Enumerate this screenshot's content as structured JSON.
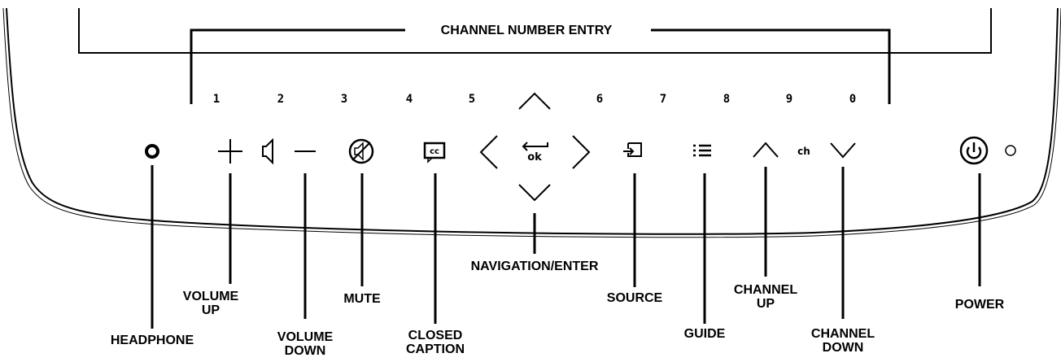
{
  "header_label": "CHANNEL NUMBER ENTRY",
  "digits": [
    "1",
    "2",
    "3",
    "4",
    "5",
    "6",
    "7",
    "8",
    "9",
    "0"
  ],
  "icon_text": {
    "ok": "ok",
    "ch": "ch",
    "cc": "cc"
  },
  "labels": {
    "headphone": "HEADPHONE",
    "volume_up": [
      "VOLUME",
      "UP"
    ],
    "volume_down": [
      "VOLUME",
      "DOWN"
    ],
    "mute": "MUTE",
    "closed_caption": [
      "CLOSED",
      "CAPTION"
    ],
    "navigation_enter": "NAVIGATION/ENTER",
    "source": "SOURCE",
    "guide": "GUIDE",
    "channel_up": [
      "CHANNEL",
      "UP"
    ],
    "channel_down": [
      "CHANNEL",
      "DOWN"
    ],
    "power": "POWER"
  },
  "icons": [
    "headphone-jack-icon",
    "plus-icon",
    "speaker-icon",
    "minus-icon",
    "mute-icon",
    "closed-caption-icon",
    "arrow-up-icon",
    "arrow-left-icon",
    "enter-icon",
    "arrow-right-icon",
    "arrow-down-icon",
    "source-icon",
    "guide-icon",
    "channel-up-icon",
    "channel-down-icon",
    "power-icon",
    "indicator-light-icon"
  ]
}
